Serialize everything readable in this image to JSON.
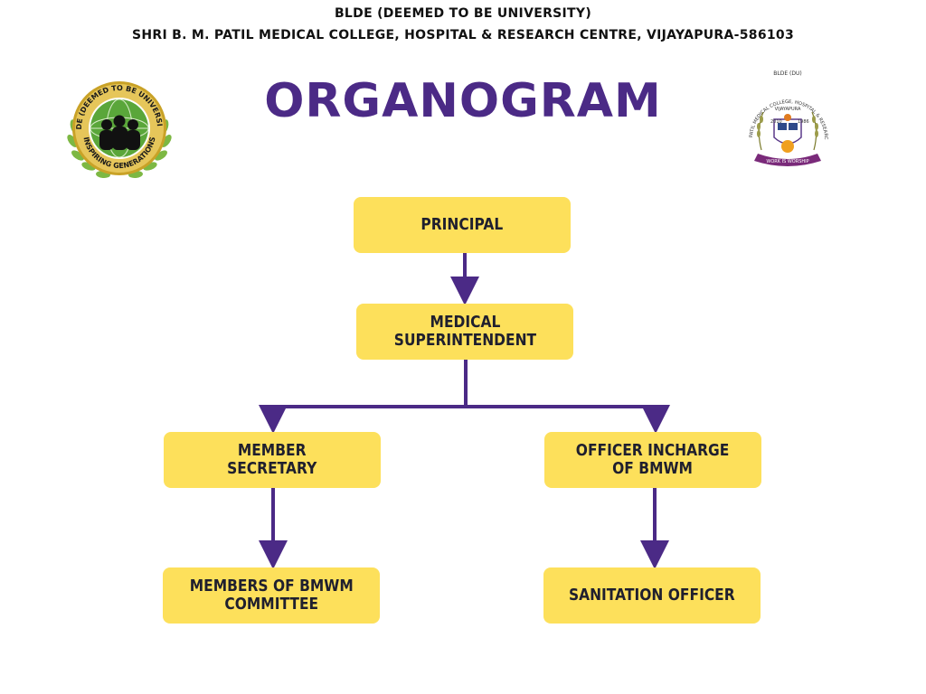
{
  "header": {
    "university": "BLDE (DEEMED TO BE UNIVERSITY)",
    "college": "SHRI B. M. PATIL MEDICAL COLLEGE, HOSPITAL & RESEARCH CENTRE, VIJAYAPURA-586103"
  },
  "title": "ORGANOGRAM",
  "logos": {
    "left": {
      "ring_text_top": "BLDE (DEEMED TO BE UNIVERSITY)",
      "ring_text_bottom": "INSPIRING GENERATIONS"
    },
    "right": {
      "arc_text": "SHRI B. M. PATIL MEDICAL COLLEGE, HOSPITAL & RESEARCH CENTRE",
      "top_text_1": "BLDE (DU)",
      "top_text_2": "VIJAYAPURA",
      "year_left": "2010",
      "year_right": "1986",
      "ribbon_text": "WORK IS WORSHIP"
    }
  },
  "org": {
    "principal": "PRINCIPAL",
    "medical_superintendent": "MEDICAL\nSUPERINTENDENT",
    "member_secretary": "MEMBER\nSECRETARY",
    "officer_incharge": "OFFICER INCHARGE\nOF BMWM",
    "members_committee": "MEMBERS OF BMWM\nCOMMITTEE",
    "sanitation_officer": "SANITATION OFFICER"
  },
  "colors": {
    "title": "#4b2a86",
    "box_fill": "#fde05b",
    "connector": "#4b2a86"
  }
}
